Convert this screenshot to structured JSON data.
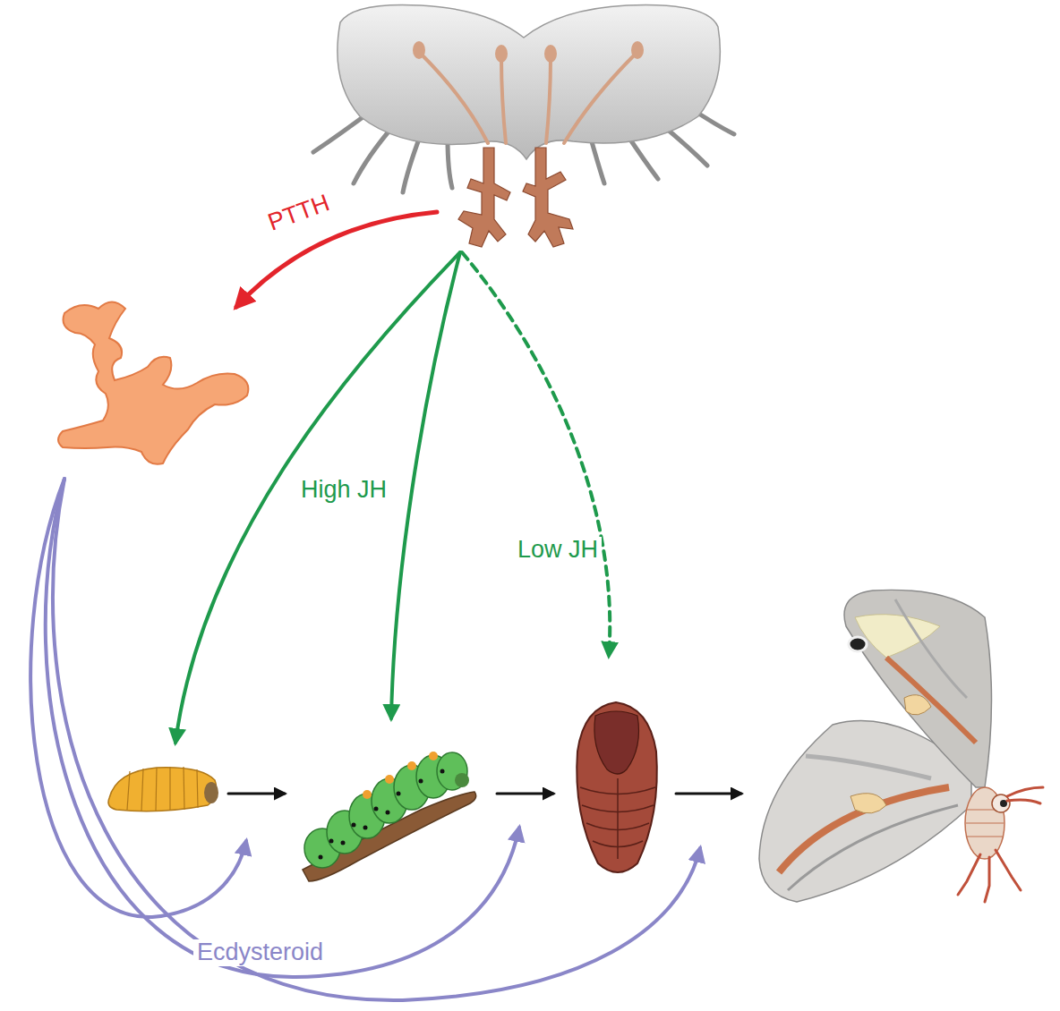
{
  "diagram": {
    "labels": [
      "PTTH",
      "High JH",
      "Low JH",
      "Ecdysteroid"
    ]
  }
}
